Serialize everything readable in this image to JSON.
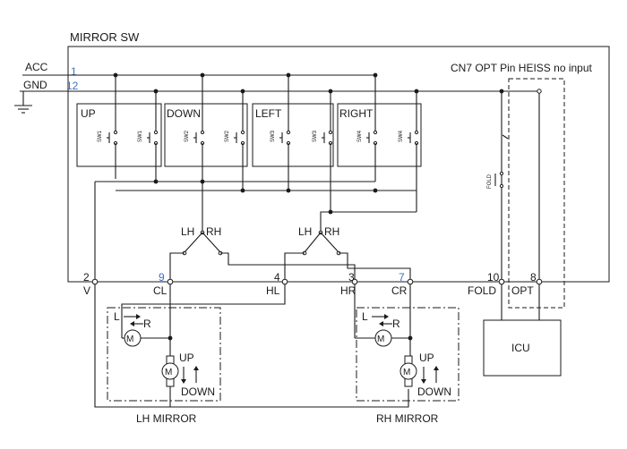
{
  "title": "MIRROR SW",
  "inputs": {
    "acc": "ACC",
    "gnd": "GND",
    "acc_pin": "1",
    "gnd_pin": "12"
  },
  "cn7_note": "CN7 OPT Pin HEISS no input",
  "switches": {
    "up": {
      "label": "UP",
      "sw": "SW1"
    },
    "down": {
      "label": "DOWN",
      "sw": "SW2"
    },
    "left": {
      "label": "LEFT",
      "sw": "SW3"
    },
    "right": {
      "label": "RIGHT",
      "sw": "SW4"
    }
  },
  "fold_switch": "FOLD",
  "selector": {
    "lh": "LH",
    "rh": "RH"
  },
  "pins": [
    {
      "num": "2",
      "name": "V"
    },
    {
      "num": "9",
      "name": "CL"
    },
    {
      "num": "4",
      "name": "HL"
    },
    {
      "num": "3",
      "name": "HR"
    },
    {
      "num": "7",
      "name": "CR"
    },
    {
      "num": "10",
      "name": "FOLD"
    },
    {
      "num": "8",
      "name": "OPT"
    }
  ],
  "motor": {
    "symbol": "M",
    "l": "L",
    "r": "R",
    "up": "UP",
    "down": "DOWN"
  },
  "mirrors": {
    "lh": "LH MIRROR",
    "rh": "RH MIRROR"
  },
  "icu": "ICU"
}
